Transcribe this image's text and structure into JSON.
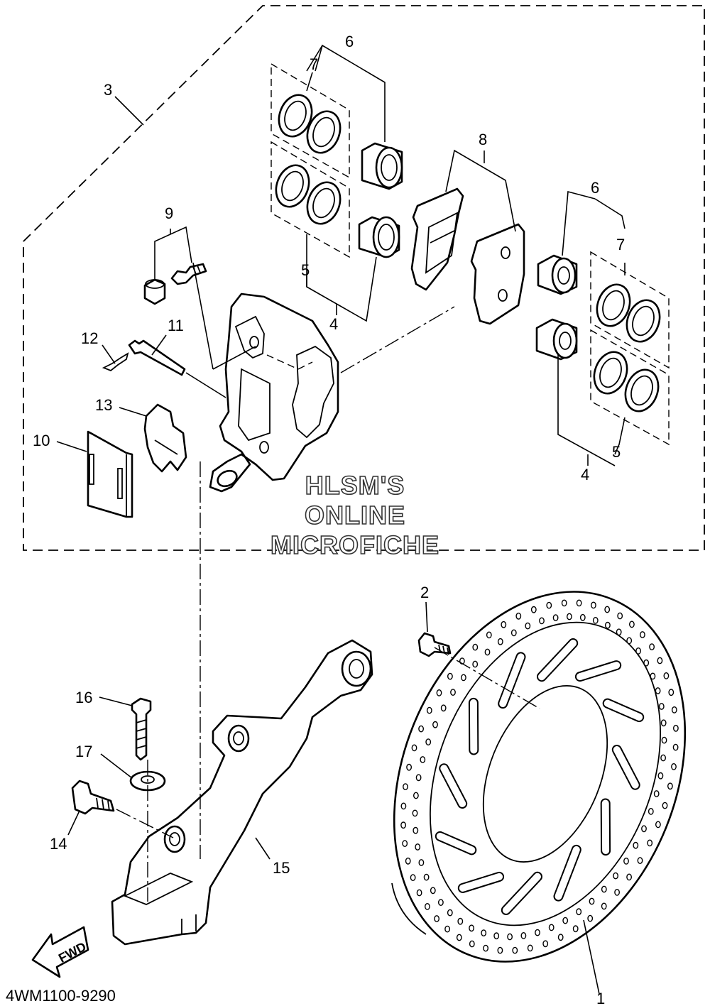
{
  "callouts": {
    "c1": "1",
    "c2": "2",
    "c3": "3",
    "c4a": "4",
    "c4b": "4",
    "c5a": "5",
    "c5b": "5",
    "c6a": "6",
    "c6b": "6",
    "c7a": "7",
    "c7b": "7",
    "c8": "8",
    "c9": "9",
    "c10": "10",
    "c11": "11",
    "c12": "12",
    "c13": "13",
    "c14": "14",
    "c15": "15",
    "c16": "16",
    "c17": "17"
  },
  "watermark": {
    "line1": "HLSM'S",
    "line2": "ONLINE",
    "line3": "MICROFICHE"
  },
  "fwd_arrow": "FWD",
  "doc_code": "4WM1100-9290"
}
